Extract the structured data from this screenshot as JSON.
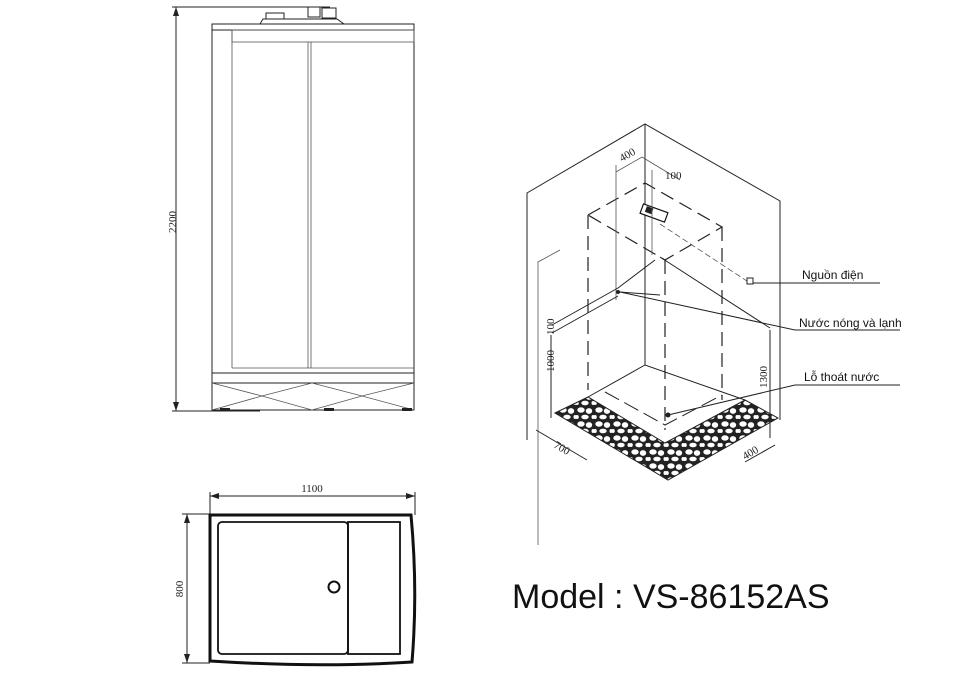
{
  "side_view": {
    "height_dim": "2200"
  },
  "top_view": {
    "width_dim": "1100",
    "depth_dim": "800"
  },
  "iso_view": {
    "dims": {
      "top_offset_a": "400",
      "top_offset_b": "100",
      "pipe_gap": "100",
      "pipe_height": "1000",
      "outlet_height": "1300",
      "floor_left": "700",
      "floor_right": "400"
    },
    "callouts": {
      "power": "Nguồn điện",
      "water": "Nước nóng và lạnh",
      "drain": "Lỗ thoát nước"
    }
  },
  "model": {
    "text": "Model : VS-86152AS"
  }
}
